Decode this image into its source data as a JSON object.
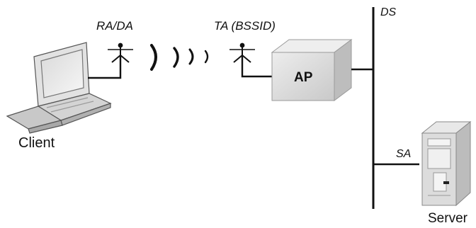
{
  "diagram": {
    "labels": {
      "ra_da": "RA/DA",
      "ta_bssid": "TA (BSSID)",
      "ds": "DS",
      "ap": "AP",
      "sa": "SA",
      "client": "Client",
      "server": "Server"
    },
    "colors": {
      "line": "#111111",
      "device_gray_light": "#e6e6e6",
      "device_gray_mid": "#cfcfcf",
      "device_gray_dark": "#b5b5b5"
    },
    "icons": [
      "laptop-icon",
      "antenna-icon",
      "radio-waves-icon",
      "access-point-box",
      "server-tower-icon"
    ]
  }
}
